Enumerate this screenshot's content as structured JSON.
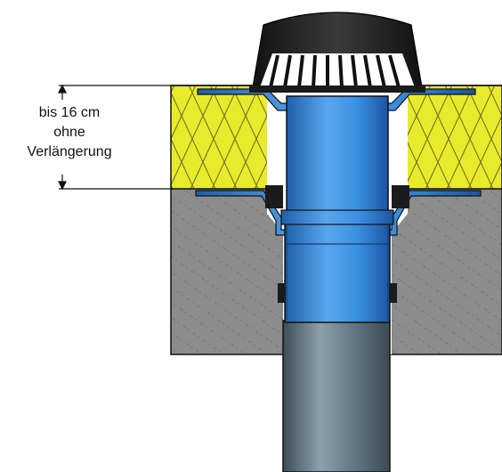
{
  "dimension": {
    "line1": "bis 16 cm",
    "line2": "ohne",
    "line3": "Verlängerung"
  },
  "colors": {
    "insulation": "#e8ea2c",
    "insulation_hatch": "#6b6b1a",
    "concrete": "#8c8c8c",
    "concrete_hatch": "#5e5e5e",
    "drain_body": "#3a8fe0",
    "drain_dark": "#1e5fa8",
    "pipe": "#5f7380",
    "pipe_light": "#8da0ab",
    "grate": "#1a1a1a",
    "outline": "#111111"
  }
}
